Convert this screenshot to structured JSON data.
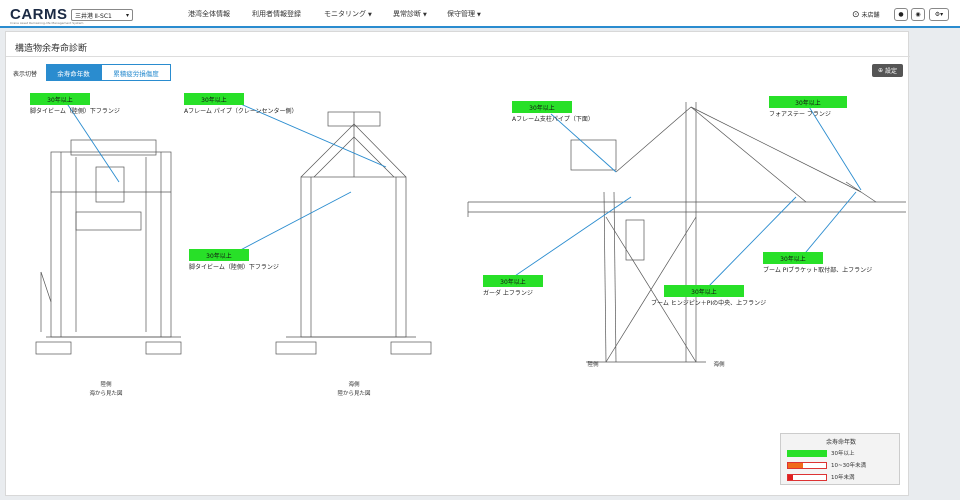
{
  "app": {
    "logo": "CARMS",
    "logo_sub": "Crane Asset Remaining-life Management System",
    "site_select": "三井港 Ⅱ-SC1"
  },
  "nav": [
    {
      "label": "港湾全体情報",
      "dropdown": false
    },
    {
      "label": "利用者情報登録",
      "dropdown": false
    },
    {
      "label": "モニタリング",
      "dropdown": true
    },
    {
      "label": "異常診断",
      "dropdown": true
    },
    {
      "label": "保守管理",
      "dropdown": true
    }
  ],
  "header_right": {
    "user_label": "未店舗"
  },
  "page": {
    "title": "構造物余寿命診断"
  },
  "toolbar": {
    "toggle_label": "表示切替",
    "btn_remaining": "余寿命年数",
    "btn_fatigue": "累積疲労損傷度",
    "settings": "設定"
  },
  "points": [
    {
      "badge": "30年以上",
      "label": "脚タイビーム（陸側）下フランジ"
    },
    {
      "badge": "30年以上",
      "label": "Aフレーム パイプ（クレーンセンター側）"
    },
    {
      "badge": "30年以上",
      "label": "脚タイビーム（陸側）下フランジ"
    },
    {
      "badge": "30年以上",
      "label": "Aフレーム支柱パイプ（下面）"
    },
    {
      "badge": "30年以上",
      "label": "フォアステー フランジ"
    },
    {
      "badge": "30年以上",
      "label": "ブーム PIブラケット取付部、上フランジ"
    },
    {
      "badge": "30年以上",
      "label": "ガーダ 上フランジ"
    },
    {
      "badge": "30年以上",
      "label": "ブーム ヒンジピン＋PIの中央、上フランジ"
    }
  ],
  "captions": {
    "view1_side": "陸側",
    "view1_sub": "海から見た図",
    "view2_side": "海側",
    "view2_sub": "陸から見た図",
    "view3_left": "陸側",
    "view3_right": "海側"
  },
  "legend": {
    "title": "余寿命年数",
    "items": [
      {
        "label": "30年以上",
        "color": "#28e028",
        "fill": 1.0
      },
      {
        "label": "10~30年未満",
        "color": "#f06a1a",
        "fill": 0.4
      },
      {
        "label": "10年未満",
        "color": "#e02020",
        "fill": 0.12
      }
    ]
  },
  "colors": {
    "accent": "#2a8ccf",
    "ok_badge": "#28e028"
  }
}
